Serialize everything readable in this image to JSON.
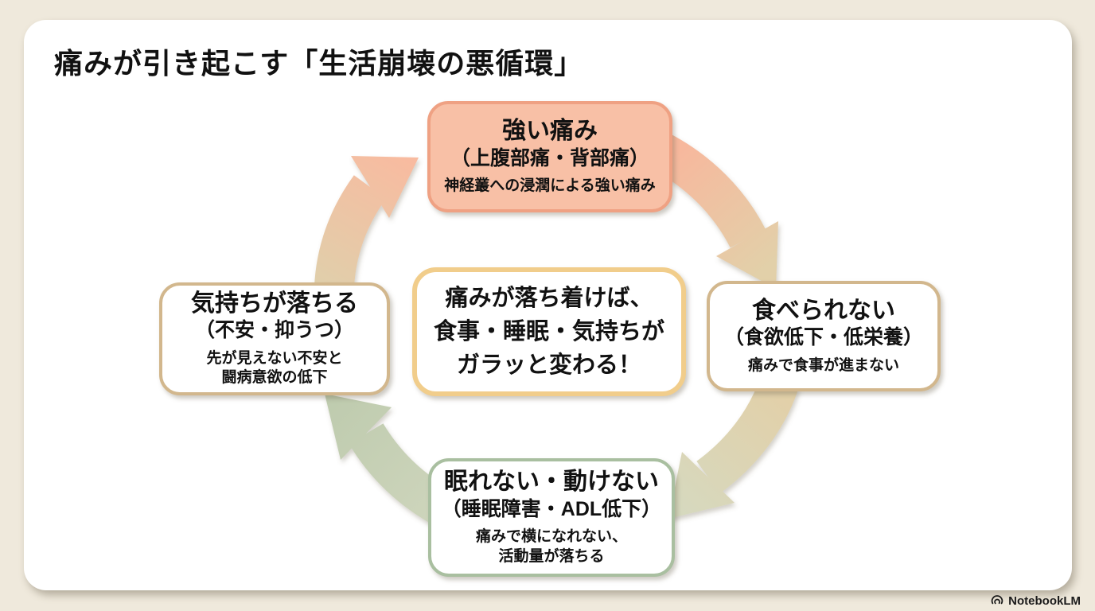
{
  "title": "痛みが引き起こす「生活崩壊の悪循環」",
  "cycle": {
    "direction": "clockwise",
    "top": {
      "heading": "強い痛み",
      "subheading": "（上腹部痛・背部痛）",
      "note": "神経叢への浸潤による強い痛み",
      "fill_color": "#F8C0A6",
      "border_color": "#EFA183"
    },
    "right": {
      "heading": "食べられない",
      "subheading": "（食欲低下・低栄養）",
      "note": "痛みで食事が進まない",
      "fill_color": "#FFFFFF",
      "border_color": "#D2B78D"
    },
    "bottom": {
      "heading": "眠れない・動けない",
      "subheading": "（睡眠障害・ADL低下）",
      "note_lines": [
        "痛みで横になれない、",
        "活動量が落ちる"
      ],
      "fill_color": "#FFFFFF",
      "border_color": "#A9BFA0"
    },
    "left": {
      "heading": "気持ちが落ちる",
      "subheading": "（不安・抑うつ）",
      "note_lines": [
        "先が見えない不安と",
        "闘病意欲の低下"
      ],
      "fill_color": "#FFFFFF",
      "border_color": "#D2B78D"
    }
  },
  "center_message": {
    "lines": [
      "痛みが落ち着けば、",
      "食事・睡眠・気持ちが",
      "ガラッと変わる！"
    ],
    "border_color": "#F1CD8B"
  },
  "arrows": {
    "top_to_right": {
      "color_from": "#F7B89D",
      "color_to": "#E2D0A9"
    },
    "right_to_bottom": {
      "color_from": "#E2D0A9",
      "color_to": "#D6D9BF"
    },
    "bottom_to_left": {
      "color_from": "#CED5BC",
      "color_to": "#BECBAE"
    },
    "left_to_top": {
      "color_from": "#DFD0AB",
      "color_to": "#F8BBA0"
    }
  },
  "colors": {
    "page_background": "#EFE9DC",
    "card_background": "#FFFFFF",
    "text": "#111111"
  },
  "footer": {
    "brand": "NotebookLM"
  }
}
